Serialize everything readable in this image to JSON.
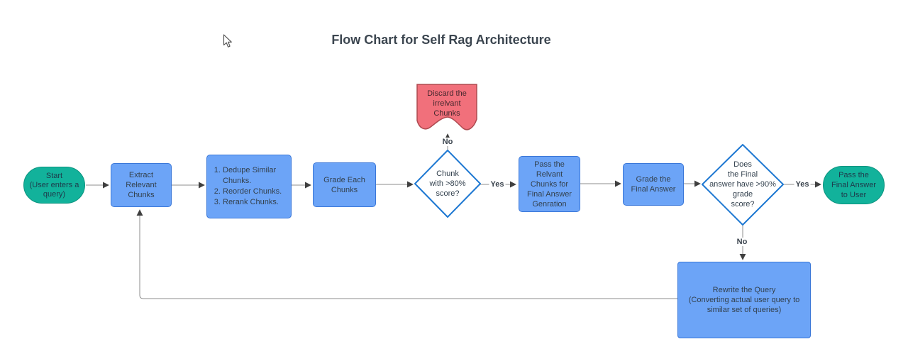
{
  "title": "Flow Chart for Self Rag Architecture",
  "nodes": {
    "start": {
      "label": "Start\n(User enters a\nquery)"
    },
    "extract": {
      "label": "Extract\nRelevant\nChunks"
    },
    "preprocess": {
      "items": [
        "Dedupe Similar Chunks.",
        "Reorder Chunks.",
        "Rerank Chunks."
      ]
    },
    "grade_chunks": {
      "label": "Grade Each\nChunks"
    },
    "decision_chunk": {
      "label": "Chunk\nwith >80%\nscore?"
    },
    "discard": {
      "label": "Discard the\nirrelvant\nChunks"
    },
    "pass_chunks": {
      "label": "Pass the\nRelvant\nChunks for\nFinal Answer\nGenration"
    },
    "grade_answer": {
      "label": "Grade the\nFinal Answer"
    },
    "decision_answer": {
      "label": "Does\nthe Final\nanswer have >90%\ngrade\nscore?"
    },
    "end": {
      "label": "Pass the\nFinal Answer\nto User"
    },
    "rewrite": {
      "label": "Rewrite the Query\n(Converting actual user query to\nsimilar set of queries)"
    }
  },
  "edge_labels": {
    "chunk_yes": "Yes",
    "chunk_no": "No",
    "answer_yes": "Yes",
    "answer_no": "No"
  },
  "colors": {
    "process_fill": "#6CA4F7",
    "process_border": "#3A77D8",
    "terminal_fill": "#12B29B",
    "terminal_border": "#0D9480",
    "decision_border": "#1E78D2",
    "alert_fill": "#F1707B",
    "alert_border": "#AE4A50",
    "text": "#33414E",
    "connector": "#8E8E8E",
    "arrowhead": "#3F3F3F"
  }
}
